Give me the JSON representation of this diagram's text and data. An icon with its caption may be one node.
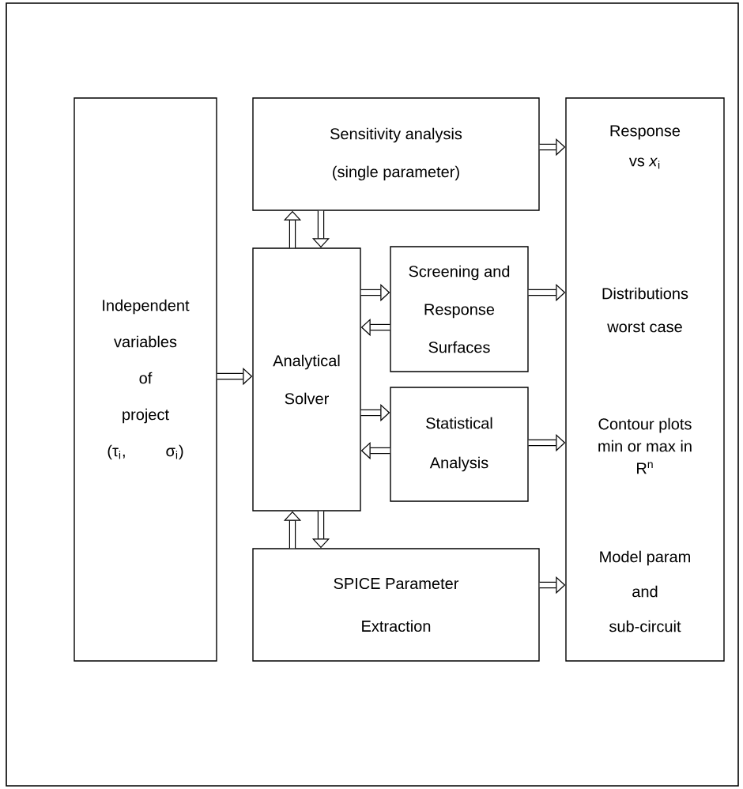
{
  "diagram": {
    "nodes": [
      {
        "text": [
          "Independent variables of project (τ$_{i}$, σ$_{i}$)"
        ]
      },
      {
        "text": [
          "Sensitivity analysis (single parameter)"
        ]
      },
      {
        "text": [
          "Analytical Solver"
        ]
      },
      {
        "text": [
          "Screening and Response Surfaces"
        ]
      },
      {
        "text": [
          "Statistical Analysis"
        ]
      },
      {
        "text": [
          "SPICE Parameter Extraction"
        ]
      },
      {
        "text": [
          "Response vs *x*$_{i}$",
          "Distributions worst case",
          "Contour plots min or max in R$^{n}$",
          "Model param and sub-circuit"
        ]
      }
    ],
    "edges": [
      {
        "from": 0,
        "to": 2,
        "arrow": "to"
      },
      {
        "from": 2,
        "to": 1,
        "arrow": "to"
      },
      {
        "from": 1,
        "to": 2,
        "arrow": "to"
      },
      {
        "from": 2,
        "to": 3,
        "arrow": "to"
      },
      {
        "from": 3,
        "to": 2,
        "arrow": "to"
      },
      {
        "from": 2,
        "to": 4,
        "arrow": "to"
      },
      {
        "from": 4,
        "to": 2,
        "arrow": "to"
      },
      {
        "from": 5,
        "to": 2,
        "arrow": "to"
      },
      {
        "from": 2,
        "to": 5,
        "arrow": "to"
      },
      {
        "from": 1,
        "to": 6,
        "arrow": "to"
      },
      {
        "from": 3,
        "to": 6,
        "arrow": "to"
      },
      {
        "from": 4,
        "to": 6,
        "arrow": "to"
      },
      {
        "from": 5,
        "to": 6,
        "arrow": "to"
      }
    ]
  }
}
